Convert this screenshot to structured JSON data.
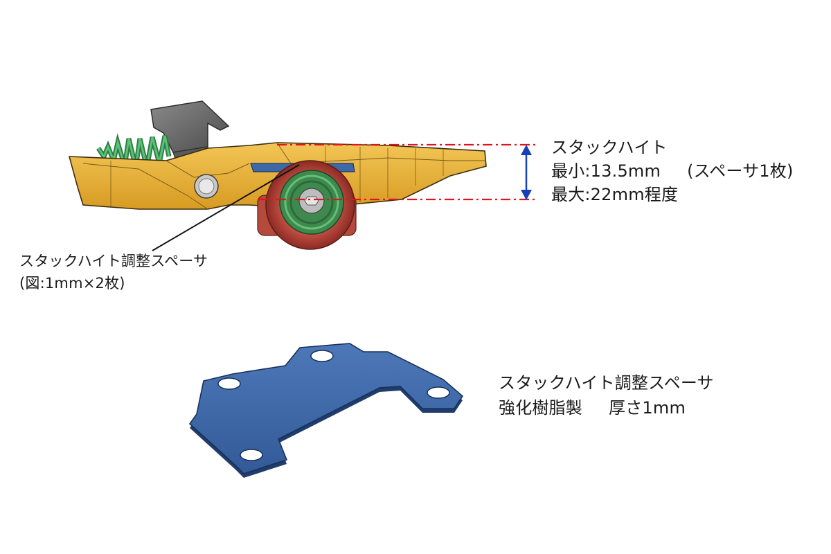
{
  "stack_height": {
    "title": "スタックハイト",
    "min_label": "最小:13.5mm",
    "min_note": "(スペーサ1枚)",
    "max_label": "最大:22mm程度"
  },
  "spacer_callout": {
    "line1": "スタックハイト調整スペーサ",
    "line2": "(図:1mm×2枚)"
  },
  "spacer_part": {
    "name": "スタックハイト調整スペーサ",
    "material": "強化樹脂製",
    "thickness": "厚さ1mm"
  },
  "colors": {
    "body": "#e9b43a",
    "body_edge": "#3a2c10",
    "spring": "#3fa05a",
    "spacer": "#3f68a8",
    "wheel": "#b5453b",
    "dim_line": "#e0141e",
    "arrow": "#1440b8",
    "lever": "#6a6a6a"
  },
  "icons": {
    "dimension_arrow": "double-headed-arrow-icon",
    "leader": "leader-line"
  }
}
